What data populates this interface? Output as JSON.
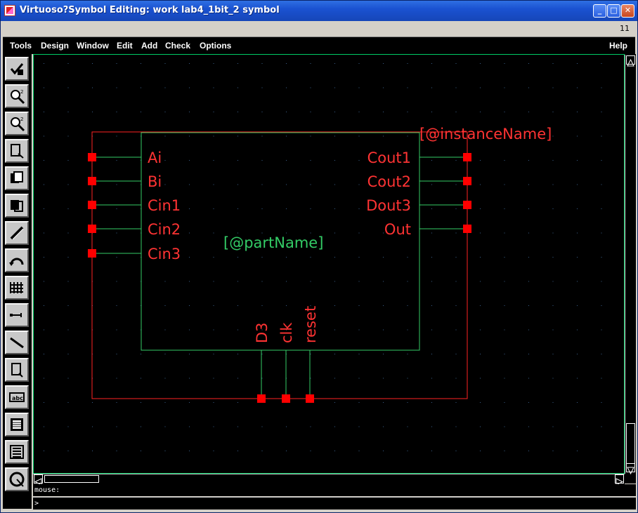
{
  "window": {
    "title": "Virtuoso?Symbol Editing: work lab4_1bit_2 symbol",
    "status_number": "11",
    "controls": {
      "minimize": "_",
      "maximize": "□",
      "close": "✕"
    }
  },
  "menu": [
    "Tools",
    "Design",
    "Window",
    "Edit",
    "Add",
    "Check",
    "Options"
  ],
  "help_menu": "Help",
  "toolbar": [
    "check-save-icon",
    "zoom-in-icon",
    "zoom-out-icon",
    "stretch-icon",
    "copy-icon",
    "move-icon",
    "delete-icon",
    "undo-icon",
    "properties-icon",
    "pin-icon",
    "line-icon",
    "rectangle-icon",
    "label-icon",
    "selection-box-icon",
    "hierarchy-icon",
    "circle-icon"
  ],
  "symbol": {
    "instance_label": "[@instanceName]",
    "part_label": "[@partName]",
    "left_pins": [
      "Ai",
      "Bi",
      "Cin1",
      "Cin2",
      "Cin3"
    ],
    "right_pins": [
      "Cout1",
      "Cout2",
      "Dout3",
      "Out"
    ],
    "bottom_pins": [
      "D3",
      "clk",
      "reset"
    ],
    "colors": {
      "pin": "#ff0000",
      "body": "#00cc66",
      "selection_box": "#ff2222",
      "label": "#ff3333",
      "part": "#33cc66",
      "grid": "#3a5f8a"
    }
  },
  "bottom": {
    "mouse_label": "mouse:",
    "prompt": ">"
  }
}
